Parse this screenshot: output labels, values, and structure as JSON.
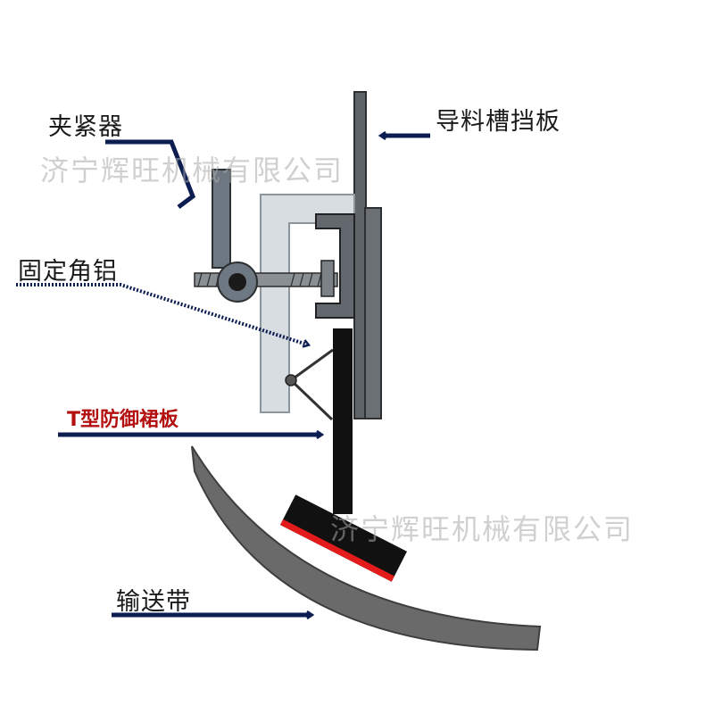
{
  "labels": {
    "clamp": "夹紧器",
    "chute_baffle": "导料槽挡板",
    "fixed_angle_aluminum": "固定角铝",
    "t_skirt_board": "T型防御裙板",
    "conveyor_belt": "输送带"
  },
  "watermarks": {
    "top": "济宁辉旺机械有限公司",
    "bottom": "济宁辉旺机械有限公司"
  },
  "colors": {
    "baffle_gray": "#5f6468",
    "clamp_gray": "#6d7882",
    "angle_aluminum": "#d8dde1",
    "skirt_black": "#111111",
    "skirt_red": "#e41b1b",
    "belt_gray": "#6a6a6a",
    "arrow_navy": "#0c1d52",
    "red_label": "#b30f0f"
  }
}
